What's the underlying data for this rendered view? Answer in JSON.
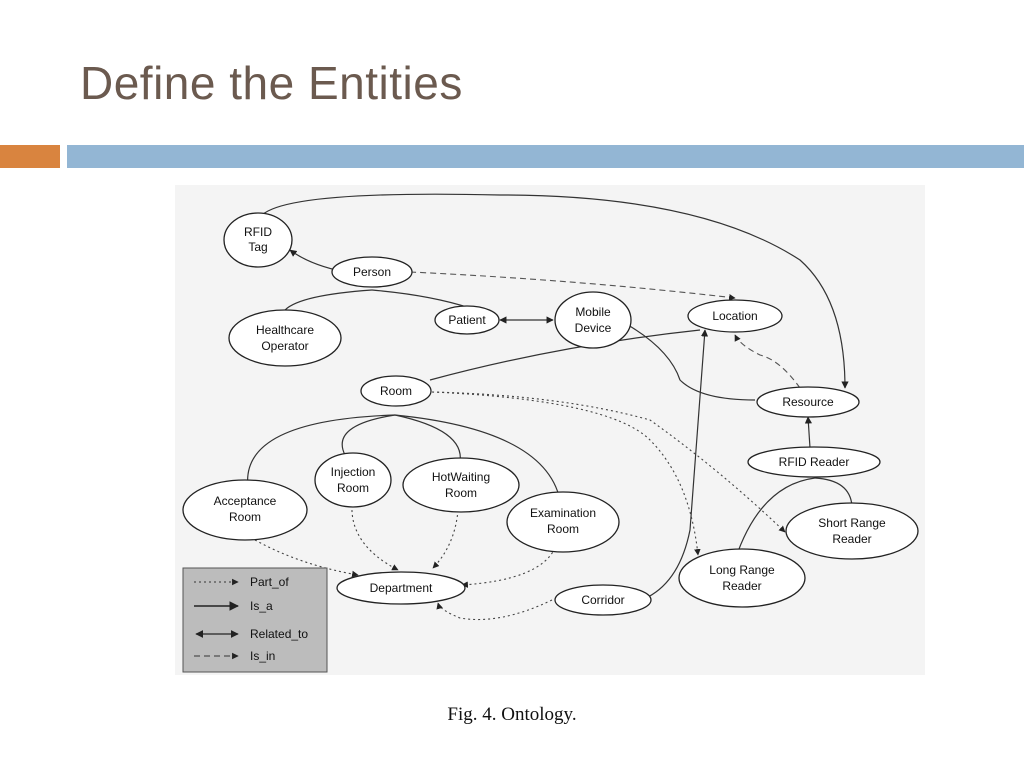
{
  "slide": {
    "title": "Define the Entities",
    "accent_color": "#d9843f",
    "bar_color": "#93b6d4"
  },
  "diagram": {
    "nodes": {
      "rfid_tag": [
        "RFID",
        "Tag"
      ],
      "person": [
        "Person"
      ],
      "healthcare_operator": [
        "Healthcare",
        "Operator"
      ],
      "patient": [
        "Patient"
      ],
      "mobile_device": [
        "Mobile",
        "Device"
      ],
      "location": [
        "Location"
      ],
      "room": [
        "Room"
      ],
      "resource": [
        "Resource"
      ],
      "rfid_reader": [
        "RFID Reader"
      ],
      "acceptance_room": [
        "Acceptance",
        "Room"
      ],
      "injection_room": [
        "Injection",
        "Room"
      ],
      "hot_waiting_room": [
        "HotWaiting",
        "Room"
      ],
      "examination_room": [
        "Examination",
        "Room"
      ],
      "short_range_reader": [
        "Short Range",
        "Reader"
      ],
      "long_range_reader": [
        "Long Range",
        "Reader"
      ],
      "department": [
        "Department"
      ],
      "corridor": [
        "Corridor"
      ]
    },
    "legend": {
      "part_of": "Part_of",
      "is_a": "Is_a",
      "related_to": "Related_to",
      "is_in": "Is_in"
    },
    "caption": "Fig. 4.   Ontology."
  }
}
